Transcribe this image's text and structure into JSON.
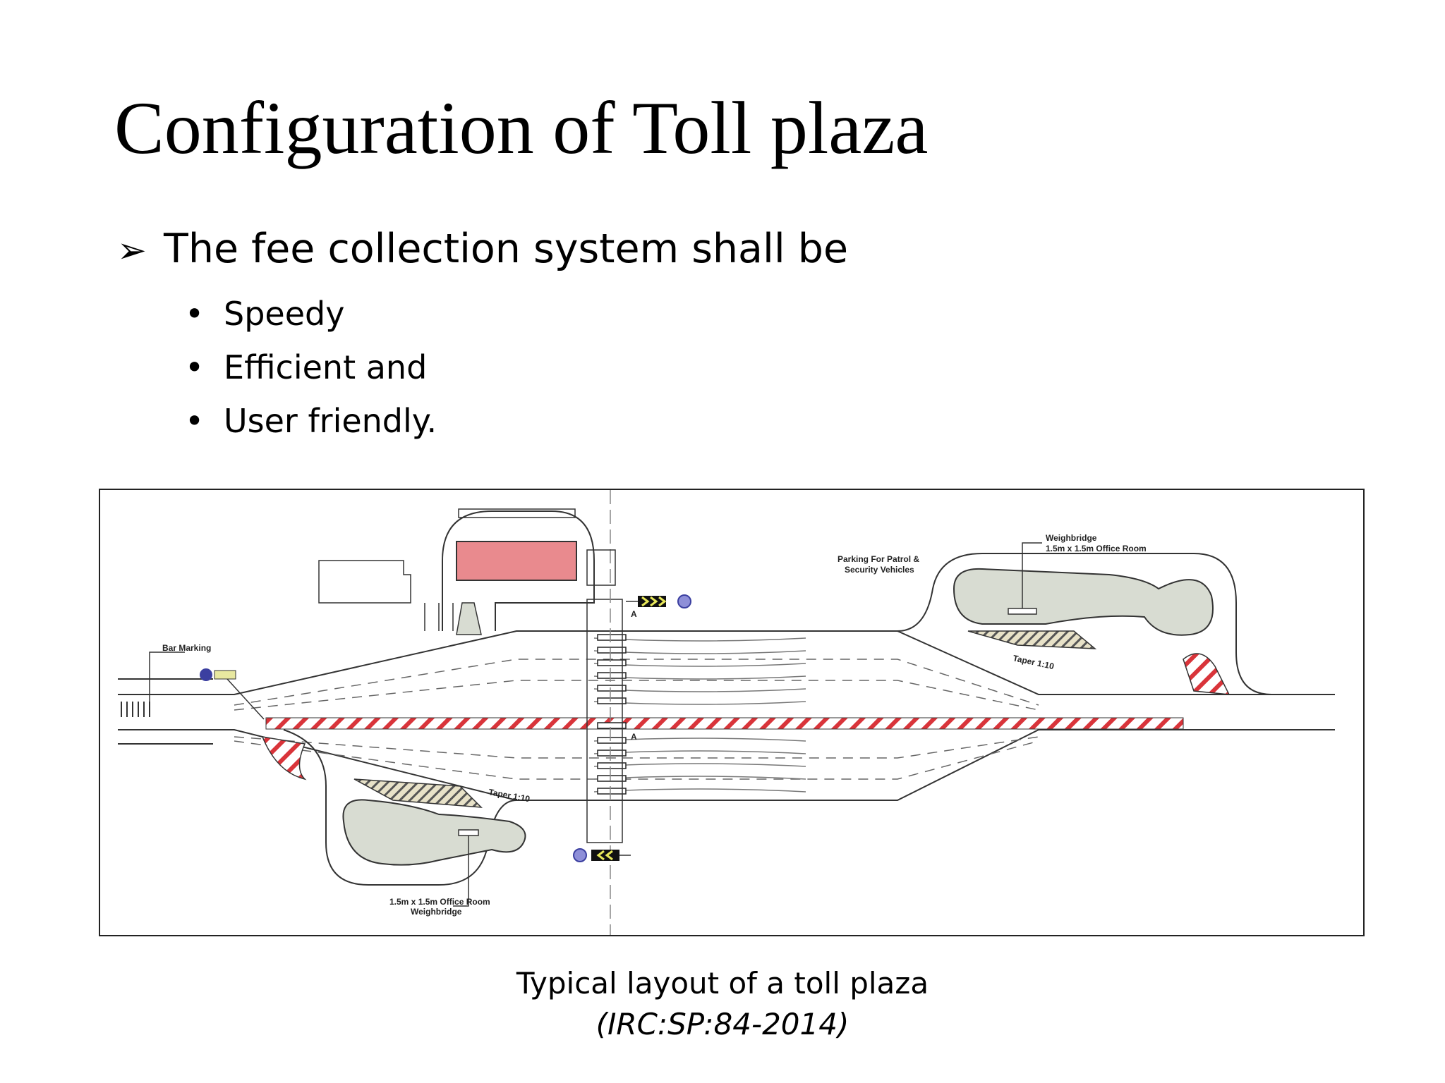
{
  "slide": {
    "title": "Configuration of Toll plaza",
    "bullet": {
      "icon": "arrow-bullet-icon",
      "text": "The fee collection system shall be"
    },
    "sub_bullets": [
      "Speedy",
      "Efficient and",
      "User friendly."
    ]
  },
  "diagram": {
    "labels": {
      "bar_marking": "Bar Marking",
      "weighbridge_top": "Weighbridge",
      "office_room_top": "1.5m x 1.5m Office Room",
      "parking_line1": "Parking For Patrol &",
      "parking_line2": "Security Vehicles",
      "taper_top": "Taper 1:10",
      "taper_bottom": "Taper 1:10",
      "office_room_bottom": "1.5m x 1.5m Office Room",
      "weighbridge_bottom": "Weighbridge",
      "section_a_top": "A",
      "section_a_mid": "A"
    },
    "colors": {
      "hatch": "#d9343a",
      "island": "#d8dcd2",
      "building": "#e98a8e",
      "sign": "#3b3fa0"
    }
  },
  "caption": {
    "line1": "Typical layout of a toll plaza",
    "line2": "(IRC:SP:84-2014)"
  }
}
